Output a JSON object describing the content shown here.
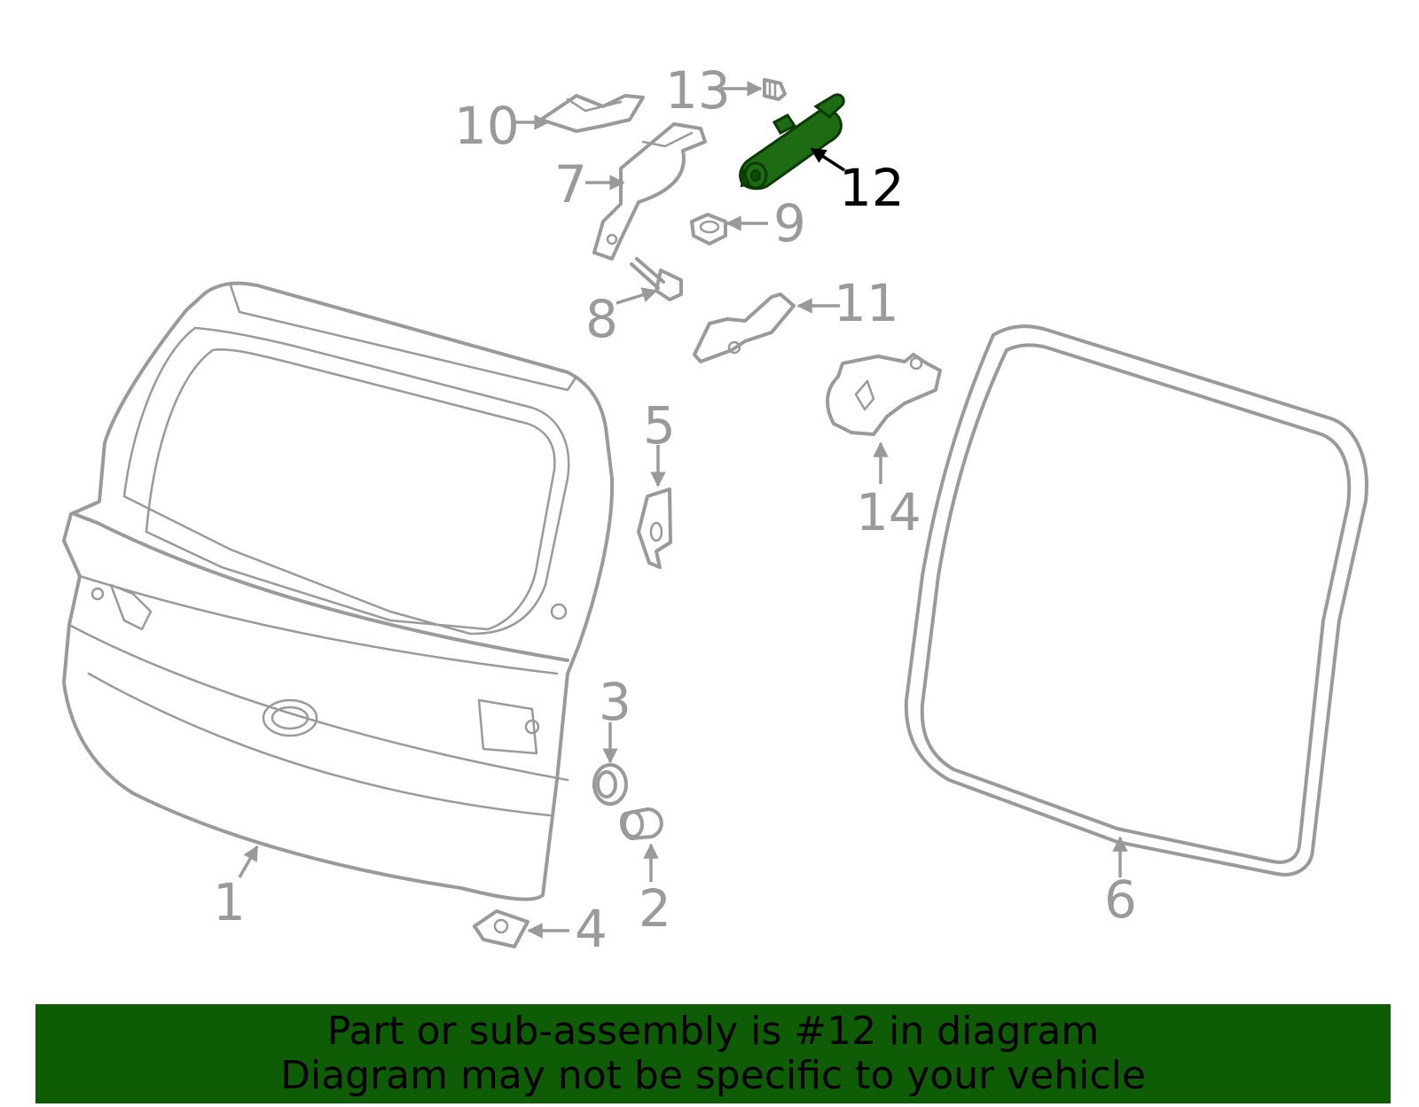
{
  "diagram": {
    "highlight_part": "12",
    "highlight_color": "#1d6b12",
    "part_color": "#9a9a9a",
    "labels": [
      {
        "id": "1",
        "text": "1"
      },
      {
        "id": "2",
        "text": "2"
      },
      {
        "id": "3",
        "text": "3"
      },
      {
        "id": "4",
        "text": "4"
      },
      {
        "id": "5",
        "text": "5"
      },
      {
        "id": "6",
        "text": "6"
      },
      {
        "id": "7",
        "text": "7"
      },
      {
        "id": "8",
        "text": "8"
      },
      {
        "id": "9",
        "text": "9"
      },
      {
        "id": "10",
        "text": "10"
      },
      {
        "id": "11",
        "text": "11"
      },
      {
        "id": "12",
        "text": "12"
      },
      {
        "id": "13",
        "text": "13"
      },
      {
        "id": "14",
        "text": "14"
      }
    ]
  },
  "banner": {
    "line1": "Part or sub-assembly is #12 in diagram",
    "line2": "Diagram may not be specific to your vehicle",
    "background": "#0f5c06"
  }
}
